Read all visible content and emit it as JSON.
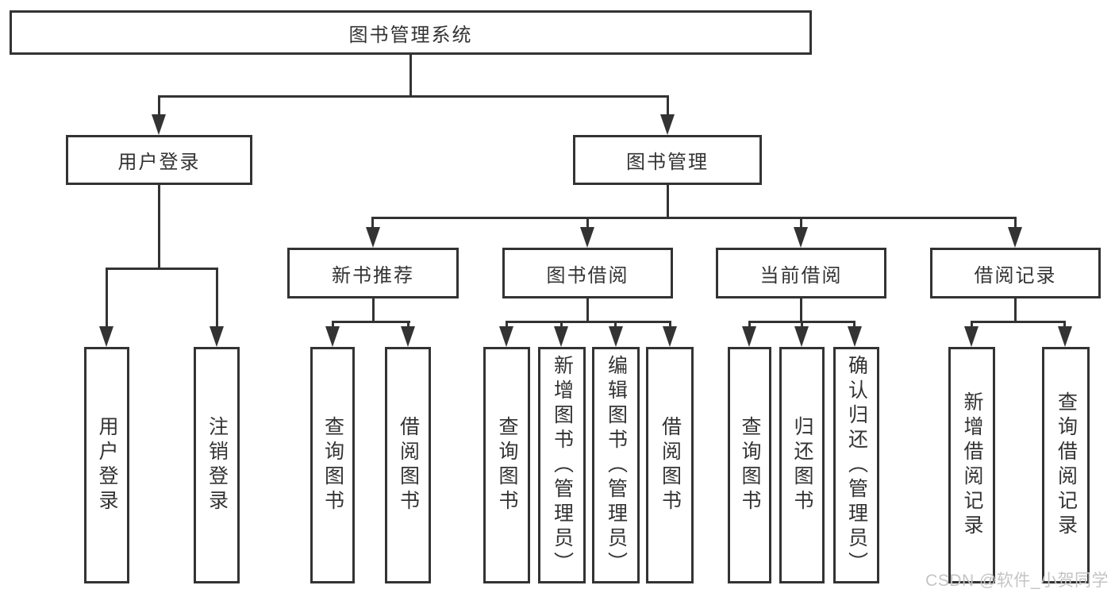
{
  "style": {
    "line_color": "#333333",
    "box_border_color": "#333333",
    "text_color": "#333333",
    "watermark_color": "#c4c4c4",
    "background": "#ffffff"
  },
  "tree": {
    "root": "图书管理系统",
    "branches": [
      {
        "label": "用户登录",
        "children": [
          "用户登录",
          "注销登录"
        ]
      },
      {
        "label": "图书管理",
        "children": [
          {
            "label": "新书推荐",
            "children": [
              "查询图书",
              "借阅图书"
            ]
          },
          {
            "label": "图书借阅",
            "children": [
              "查询图书",
              "新增图书（管理员）",
              "编辑图书（管理员）",
              "借阅图书"
            ]
          },
          {
            "label": "当前借阅",
            "children": [
              "查询图书",
              "归还图书",
              "确认归还（管理员）"
            ]
          },
          {
            "label": "借阅记录",
            "children": [
              "新增借阅记录",
              "查询借阅记录"
            ]
          }
        ]
      }
    ]
  },
  "watermark": {
    "text": "CSDN @软件_小贺同学"
  }
}
